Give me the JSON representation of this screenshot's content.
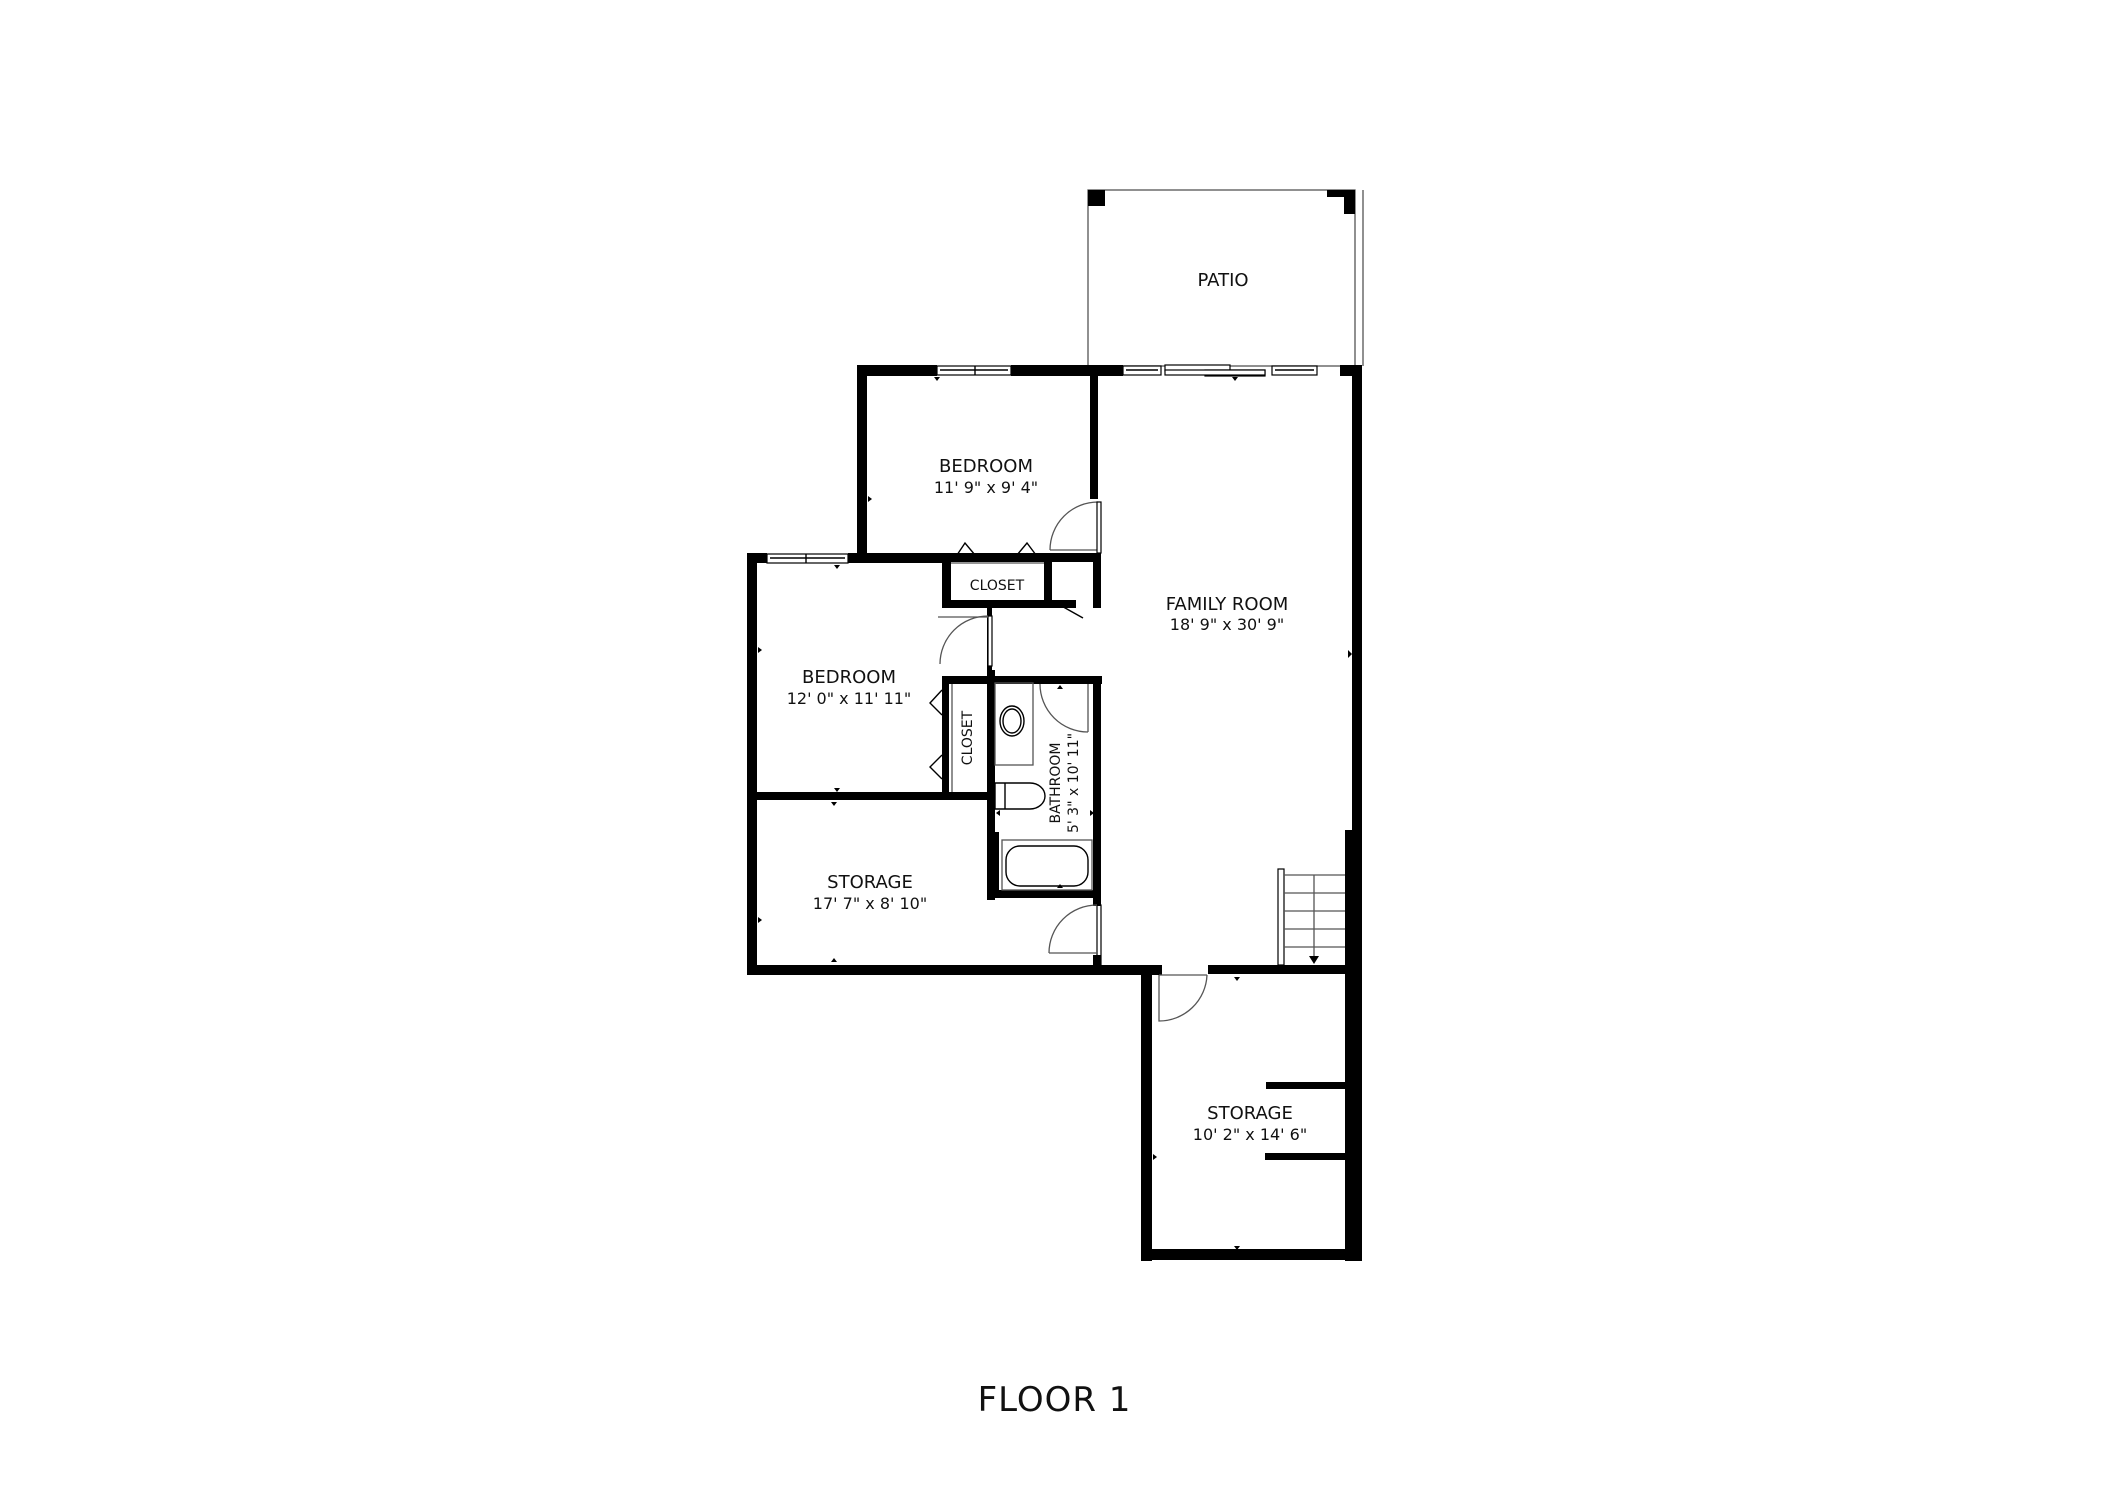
{
  "floor": {
    "title": "FLOOR 1"
  },
  "rooms": {
    "patio": {
      "name": "PATIO"
    },
    "bedroom_1": {
      "name": "BEDROOM",
      "dims": "11' 9\" x 9' 4\""
    },
    "closet_1": {
      "name": "CLOSET"
    },
    "family_room": {
      "name": "FAMILY ROOM",
      "dims": "18' 9\" x 30' 9\""
    },
    "bedroom_2": {
      "name": "BEDROOM",
      "dims": "12' 0\" x 11' 11\""
    },
    "closet_2": {
      "name": "CLOSET"
    },
    "bathroom": {
      "name": "BATHROOM",
      "dims": "5' 3\" x 10' 11\""
    },
    "storage_1": {
      "name": "STORAGE",
      "dims": "17' 7\" x 8' 10\""
    },
    "storage_2": {
      "name": "STORAGE",
      "dims": "10' 2\" x 14' 6\""
    }
  },
  "colors": {
    "wall": "#000000",
    "background": "#ffffff",
    "text": "#111111"
  }
}
